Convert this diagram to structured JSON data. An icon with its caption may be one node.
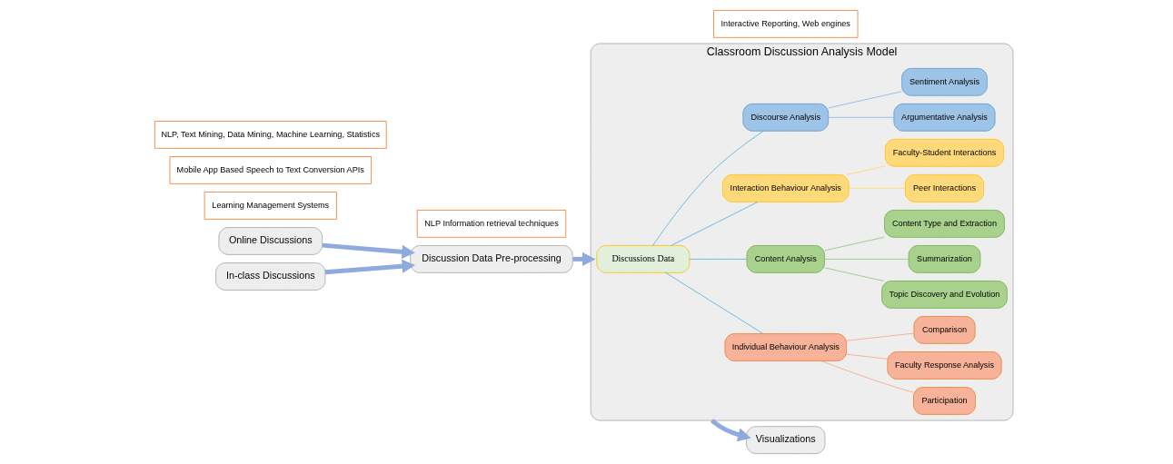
{
  "diagram": {
    "nodes": [
      {
        "text": [
          "Online Discussions"
        ]
      },
      {
        "text": [
          "Learning Management Systems"
        ]
      },
      {
        "text": [
          "Discussion Data Pre-processing"
        ]
      },
      {
        "text": [
          "NLP Information retrieval techniques"
        ]
      },
      {
        "text": [
          "In-class Discussions"
        ]
      },
      {
        "text": [
          "Mobile App Based Speech to Text Conversion APIs"
        ]
      },
      {
        "text": [
          "Classroom Discussion Analysis Model"
        ]
      },
      {
        "text": [
          "Discussions Data"
        ],
        "in": 6
      },
      {
        "text": [
          "Individual Behaviour Analysis"
        ],
        "in": 6
      },
      {
        "text": [
          "Participation"
        ],
        "in": 6
      },
      {
        "text": [
          "Faculty Response Analysis"
        ],
        "in": 6
      },
      {
        "text": [
          "Comparison"
        ],
        "in": 6
      },
      {
        "text": [
          "Content Analysis"
        ],
        "in": 6
      },
      {
        "text": [
          "Topic Discovery and Evolution"
        ],
        "in": 6
      },
      {
        "text": [
          "Summarization"
        ],
        "in": 6
      },
      {
        "text": [
          "Content Type and Extraction"
        ],
        "in": 6
      },
      {
        "text": [
          "Interaction Behaviour Analysis"
        ],
        "in": 6
      },
      {
        "text": [
          "Peer Interactions"
        ],
        "in": 6
      },
      {
        "text": [
          "Faculty-Student Interactions"
        ],
        "in": 6
      },
      {
        "text": [
          "Discourse Analysis"
        ],
        "in": 6
      },
      {
        "text": [
          "Argumentative Analysis"
        ],
        "in": 6
      },
      {
        "text": [
          "Sentiment Analysis"
        ],
        "in": 6
      },
      {
        "text": [
          "NLP, Text Mining, Data Mining, Machine Learning, Statistics"
        ]
      },
      {
        "text": [
          "Visualizations"
        ]
      },
      {
        "text": [
          "Interactive Reporting, Web engines"
        ]
      }
    ],
    "edges": [
      {
        "from": 0,
        "to": 2,
        "arrow": "to",
        "style": "thick",
        "color": "#8faadc"
      },
      {
        "from": 4,
        "to": 2,
        "arrow": "to",
        "style": "thick",
        "color": "#8faadc"
      },
      {
        "from": 2,
        "to": 6,
        "arrow": "to",
        "style": "thick",
        "color": "#8faadc"
      },
      {
        "from": 6,
        "to": 23,
        "arrow": "to",
        "style": "thick",
        "color": "#8faadc"
      },
      {
        "from": 7,
        "to": 8,
        "arrow": "none",
        "color": "#4eb3e0"
      },
      {
        "from": 7,
        "to": 12,
        "arrow": "none",
        "color": "#4eb3e0"
      },
      {
        "from": 7,
        "to": 16,
        "arrow": "none",
        "color": "#4eb3e0"
      },
      {
        "from": 7,
        "to": 19,
        "arrow": "none",
        "color": "#4eb3e0"
      },
      {
        "from": 8,
        "to": 9,
        "arrow": "none",
        "color": "#f4a582"
      },
      {
        "from": 8,
        "to": 10,
        "arrow": "none",
        "color": "#f4a582"
      },
      {
        "from": 8,
        "to": 11,
        "arrow": "none",
        "color": "#f4a582"
      },
      {
        "from": 12,
        "to": 13,
        "arrow": "none",
        "color": "#93c47d"
      },
      {
        "from": 12,
        "to": 14,
        "arrow": "none",
        "color": "#93c47d"
      },
      {
        "from": 12,
        "to": 15,
        "arrow": "none",
        "color": "#93c47d"
      },
      {
        "from": 16,
        "to": 17,
        "arrow": "none",
        "color": "#ffd966"
      },
      {
        "from": 16,
        "to": 18,
        "arrow": "none",
        "color": "#ffd966"
      },
      {
        "from": 19,
        "to": 20,
        "arrow": "none",
        "color": "#8eb4e3"
      },
      {
        "from": 19,
        "to": 21,
        "arrow": "none",
        "color": "#8eb4e3"
      }
    ]
  }
}
